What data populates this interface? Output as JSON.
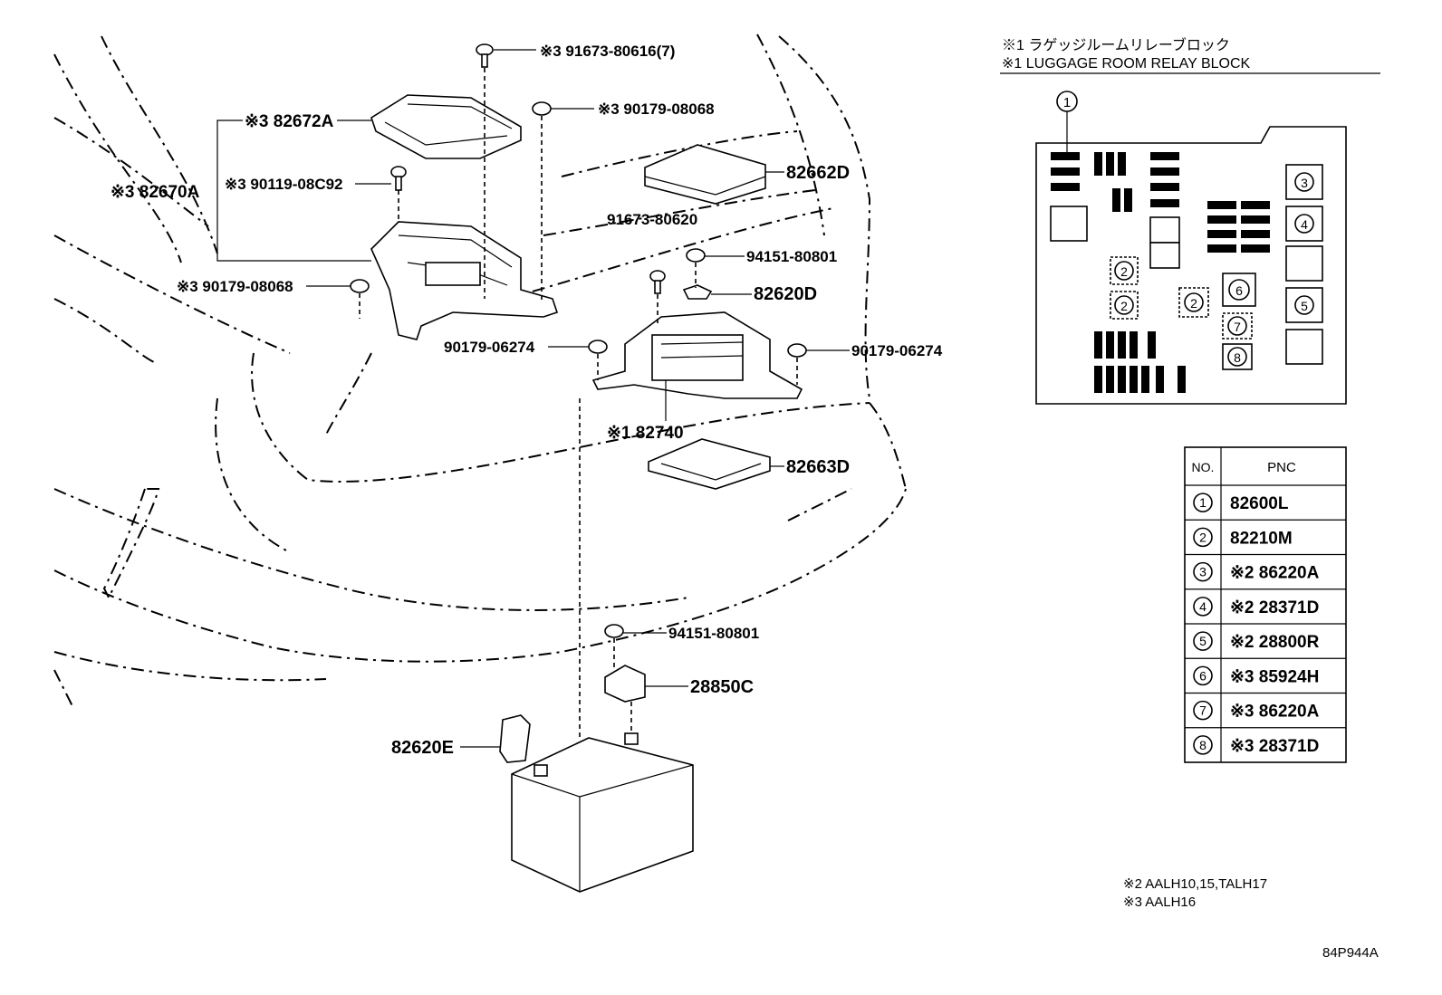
{
  "callouts": {
    "bolt_top": "※3 91673-80616(7)",
    "nut_top": "※3 90179-08068",
    "cover_82672A": "※3 82672A",
    "bracket_82670A": "※3 82670A",
    "bolt_90119": "※3 90119-08C92",
    "nut_left": "※3 90179-08068",
    "cover_82662D": "82662D",
    "bolt_91673": "91673-80620",
    "nut_94151_a": "94151-80801",
    "clip_82620D": "82620D",
    "nut_90179_l": "90179-06274",
    "nut_90179_r": "90179-06274",
    "block_82740": "※1 82740",
    "cover_82663D": "82663D",
    "nut_94151_b": "94151-80801",
    "sensor_28850C": "28850C",
    "clip_82620E": "82620E"
  },
  "relay_block": {
    "title_jp": "※1 ラゲッジルームリレーブロック",
    "title_en": "※1 LUGGAGE ROOM RELAY BLOCK",
    "markers": [
      "1",
      "2",
      "2",
      "2",
      "3",
      "4",
      "5",
      "6",
      "7",
      "8"
    ]
  },
  "pnc_table": {
    "header_no": "NO.",
    "header_pnc": "PNC",
    "rows": [
      {
        "no": "1",
        "pnc": "82600L"
      },
      {
        "no": "2",
        "pnc": "82210M"
      },
      {
        "no": "3",
        "pnc": "※2 86220A"
      },
      {
        "no": "4",
        "pnc": "※2 28371D"
      },
      {
        "no": "5",
        "pnc": "※2 28800R"
      },
      {
        "no": "6",
        "pnc": "※3 85924H"
      },
      {
        "no": "7",
        "pnc": "※3 86220A"
      },
      {
        "no": "8",
        "pnc": "※3 28371D"
      }
    ]
  },
  "notes": {
    "note2": "※2 AALH10,15,TALH17",
    "note3": "※3 AALH16"
  },
  "figure_id": "84P944A"
}
